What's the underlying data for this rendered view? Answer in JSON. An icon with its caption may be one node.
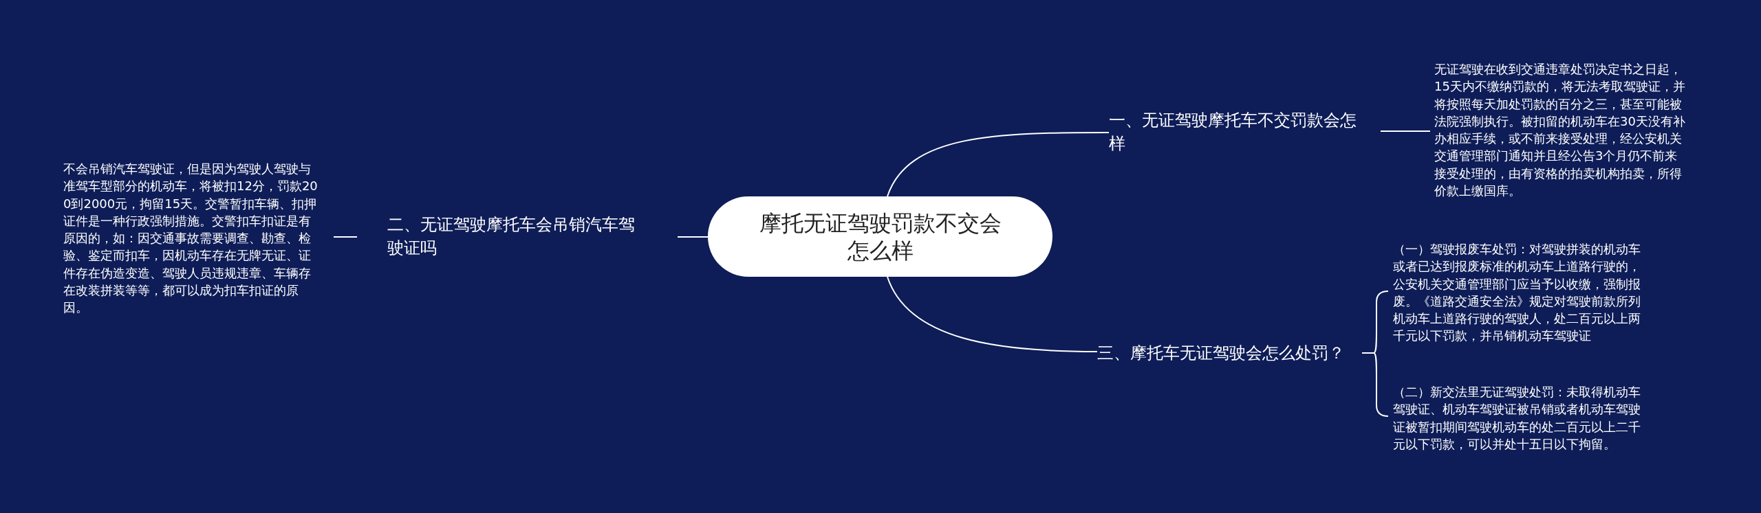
{
  "diagram": {
    "nodes": [
      {
        "text": [
          "摩托无证驾驶罚款不交会怎么样"
        ]
      },
      {
        "text": [
          "一、无证驾驶摩托车不交罚款会怎样"
        ]
      },
      {
        "text": [
          "无证驾驶在收到交通违章处罚决定书之日起，15天内不缴纳罚款的，将无法考取驾驶证，并将按照每天加处罚款的百分之三，甚至可能被法院强制执行。被扣留的机动车在30天没有补办相应手续，或不前来接受处理，经公安机关交通管理部门通知并且经公告3个月仍不前来接受处理的，由有资格的拍卖机构拍卖，所得价款上缴国库。"
        ]
      },
      {
        "text": [
          "二、无证驾驶摩托车会吊销汽车驾驶证吗"
        ]
      },
      {
        "text": [
          "不会吊销汽车驾驶证，但是因为驾驶人驾驶与准驾车型部分的机动车，将被扣12分，罚款200到2000元，拘留15天。交警暂扣车辆、扣押证件是一种行政强制措施。交警扣车扣证是有原因的，如：因交通事故需要调查、勘查、检验、鉴定而扣车，因机动车存在无牌无证、证件存在伪造变造、驾驶人员违规违章、车辆存在改装拼装等等，都可以成为扣车扣证的原因。"
        ]
      },
      {
        "text": [
          "三、摩托车无证驾驶会怎么处罚？"
        ]
      },
      {
        "text": [
          "（一）驾驶报废车处罚：对驾驶拼装的机动车或者已达到报废标准的机动车上道路行驶的，公安机关交通管理部门应当予以收缴，强制报废。《道路交通安全法》规定对驾驶前款所列机动车上道路行驶的驾驶人，处二百元以上两千元以下罚款，并吊销机动车驾驶证"
        ]
      },
      {
        "text": [
          "（二）新交法里无证驾驶处罚：未取得机动车驾驶证、机动车驾驶证被吊销或者机动车驾驶证被暂扣期间驾驶机动车的处二百元以上二千元以下罚款，可以并处十五日以下拘留。"
        ]
      }
    ],
    "edges": [
      {
        "from": 0,
        "to": 1,
        "arrow": "none"
      },
      {
        "from": 1,
        "to": 2,
        "arrow": "none"
      },
      {
        "from": 0,
        "to": 3,
        "arrow": "none"
      },
      {
        "from": 3,
        "to": 4,
        "arrow": "none"
      },
      {
        "from": 0,
        "to": 5,
        "arrow": "none"
      },
      {
        "from": 5,
        "to": 6,
        "arrow": "none"
      },
      {
        "from": 5,
        "to": 7,
        "arrow": "none"
      }
    ]
  }
}
